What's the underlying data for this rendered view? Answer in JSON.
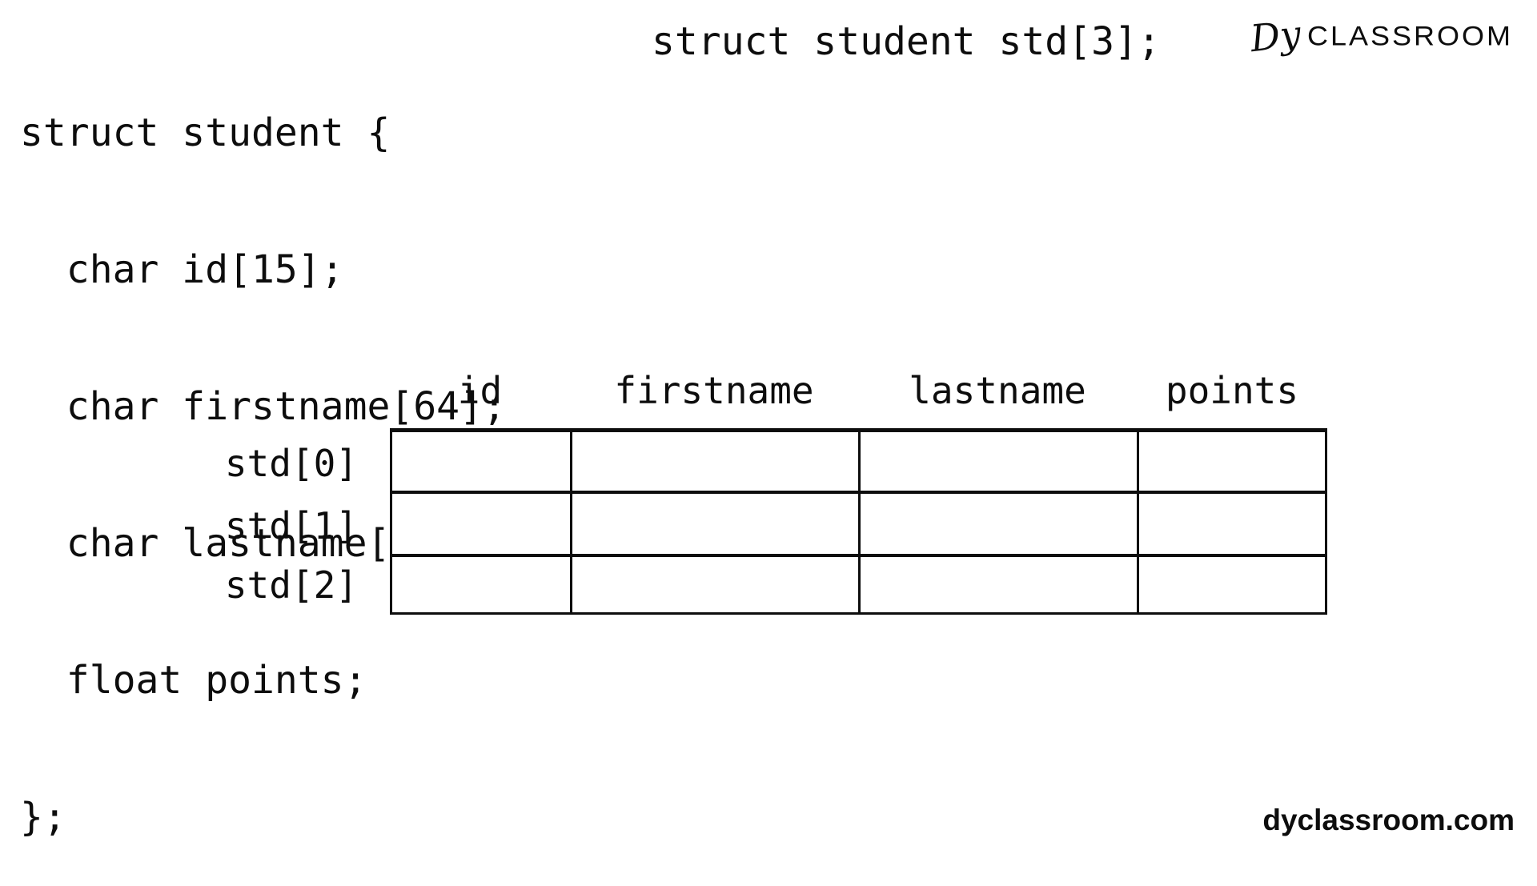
{
  "page": {
    "background_color": "#ffffff",
    "text_color": "#0d0d0d",
    "line_color": "#0d0d0d"
  },
  "code_block": {
    "lines": [
      "struct student {",
      "  char id[15];",
      "  char firstname[64];",
      "  char lastname[64];",
      "  float points;",
      "};"
    ]
  },
  "declaration": "struct student std[3];",
  "logo": {
    "mark": "Dy",
    "text": "CLASSROOM"
  },
  "diagram": {
    "columns": [
      "id",
      "firstname",
      "lastname",
      "points"
    ],
    "rows": [
      "std[0]",
      "std[1]",
      "std[2]"
    ],
    "cells": [
      [
        "",
        "",
        "",
        ""
      ],
      [
        "",
        "",
        "",
        ""
      ],
      [
        "",
        "",
        "",
        ""
      ]
    ]
  },
  "footer": {
    "site": "dyclassroom.com"
  }
}
